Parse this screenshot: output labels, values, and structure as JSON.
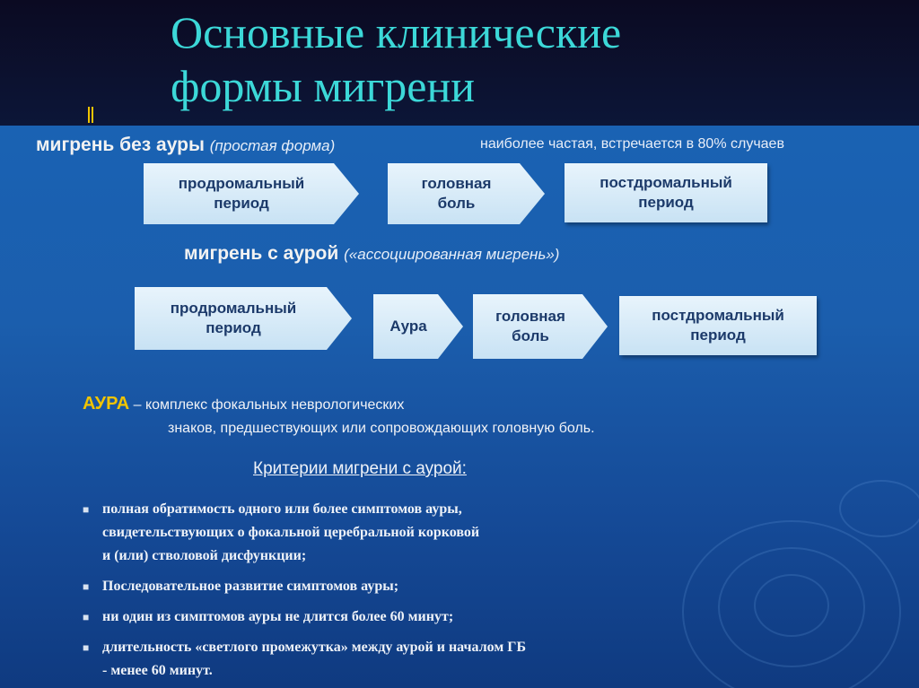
{
  "title": {
    "line1": "Основные клинические",
    "line2": "формы мигрени"
  },
  "without_aura": {
    "heading": "мигрень без ауры",
    "subtitle": "(простая форма)",
    "note": "наиболее частая, встречается в 80% случаев",
    "stages": [
      {
        "line1": "продромальный",
        "line2": "период"
      },
      {
        "line1": "головная",
        "line2": "боль"
      },
      {
        "line1": "постдромальный",
        "line2": "период"
      }
    ]
  },
  "with_aura": {
    "heading": "мигрень с аурой",
    "subtitle": "(«ассоциированная мигрень»)",
    "stages": [
      {
        "line1": "продромальный",
        "line2": "период"
      },
      {
        "line1": "Аура",
        "line2": ""
      },
      {
        "line1": "головная",
        "line2": "боль"
      },
      {
        "line1": "постдромальный",
        "line2": "период"
      }
    ]
  },
  "aura_definition": {
    "term": "АУРА",
    "line1": "– комплекс фокальных неврологических",
    "line2": "знаков, предшествующих или сопровождающих головную боль."
  },
  "criteria": {
    "title": "Критерии мигрени с аурой:",
    "items": [
      {
        "lines": [
          "полная обратимость одного или более симптомов ауры,",
          "свидетельствующих о фокальной церебральной корковой",
          "и (или) стволовой дисфункции;"
        ]
      },
      {
        "lines": [
          "Последовательное развитие симптомов ауры;"
        ]
      },
      {
        "lines": [
          "ни один из симптомов ауры не длится более 60 минут;"
        ]
      },
      {
        "lines": [
          "длительность «светлого промежутка» между аурой и началом ГБ",
          "- менее 60 минут."
        ]
      }
    ]
  },
  "colors": {
    "title": "#3cd8d8",
    "accent": "#f0c400",
    "box_text": "#1c3a6a"
  }
}
